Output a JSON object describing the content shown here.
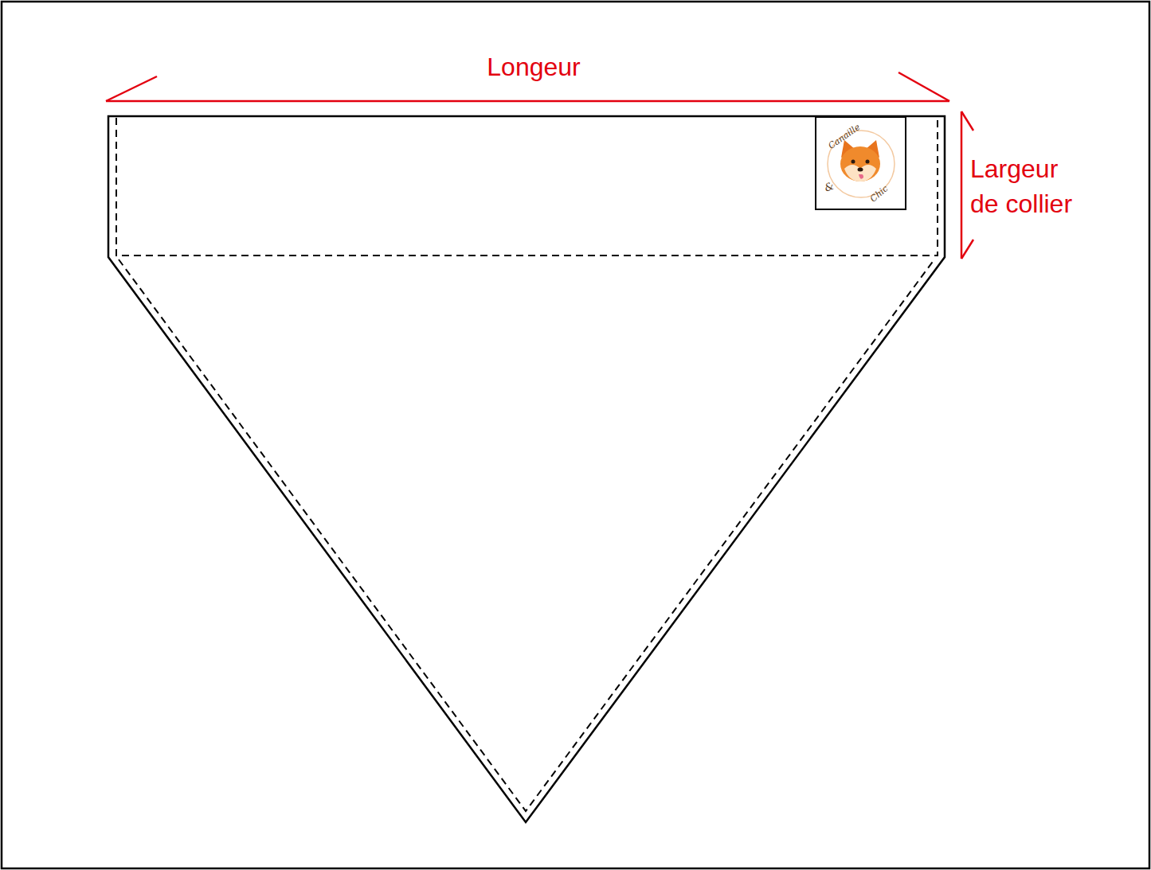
{
  "diagram": {
    "nodes": [
      {
        "text": [
          "Canaille",
          "&",
          "Chic"
        ]
      }
    ],
    "labels": [
      "Longeur",
      "Largeur de collier"
    ]
  }
}
